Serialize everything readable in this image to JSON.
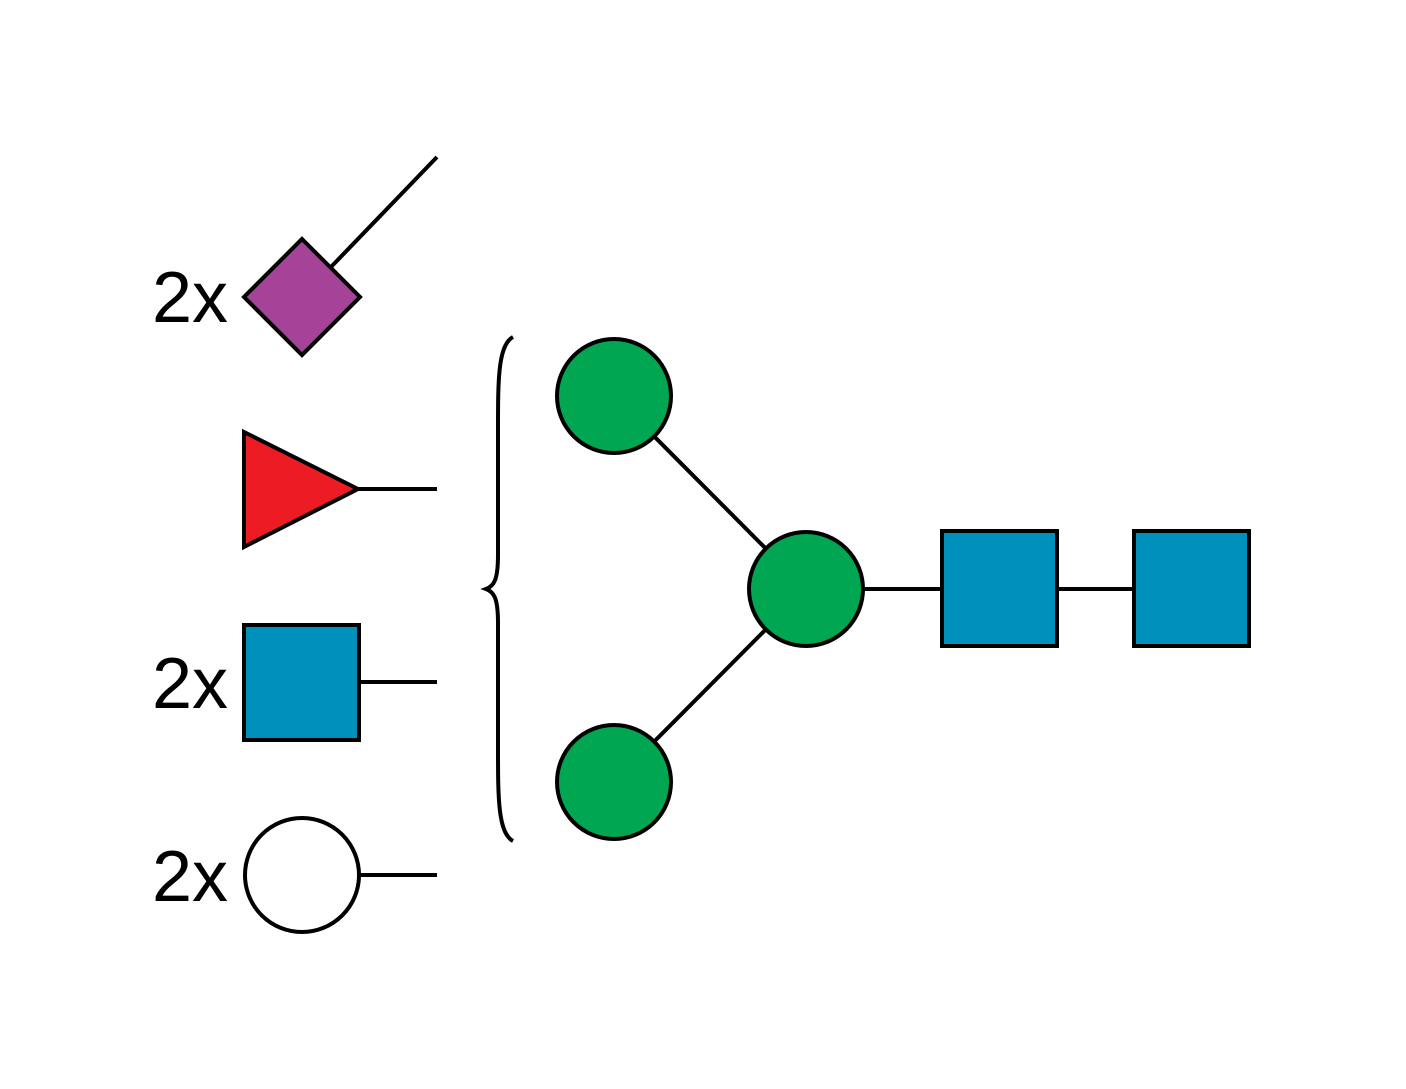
{
  "diagram": {
    "type": "glycan-structure",
    "colors": {
      "sialic_acid": "#A54399",
      "fucose": "#ED1C24",
      "glcnac": "#0090BC",
      "galactose": "#FFFFFF",
      "mannose": "#00A651",
      "stroke": "#000000"
    },
    "antenna_legend": [
      {
        "id": "sialic-acid",
        "symbol": "diamond",
        "fill_key": "sialic_acid",
        "count_label": "2x"
      },
      {
        "id": "fucose",
        "symbol": "triangle",
        "fill_key": "fucose",
        "count_label": ""
      },
      {
        "id": "glcnac",
        "symbol": "square",
        "fill_key": "glcnac",
        "count_label": "2x"
      },
      {
        "id": "galactose",
        "symbol": "circle",
        "fill_key": "galactose",
        "count_label": "2x"
      }
    ],
    "core": {
      "nodes": [
        {
          "id": "mannose-upper",
          "symbol": "circle",
          "fill_key": "mannose"
        },
        {
          "id": "mannose-branch",
          "symbol": "circle",
          "fill_key": "mannose"
        },
        {
          "id": "mannose-lower",
          "symbol": "circle",
          "fill_key": "mannose"
        },
        {
          "id": "glcnac-core-1",
          "symbol": "square",
          "fill_key": "glcnac"
        },
        {
          "id": "glcnac-core-2",
          "symbol": "square",
          "fill_key": "glcnac"
        }
      ],
      "links": [
        [
          "mannose-upper",
          "mannose-branch"
        ],
        [
          "mannose-lower",
          "mannose-branch"
        ],
        [
          "mannose-branch",
          "glcnac-core-1"
        ],
        [
          "glcnac-core-1",
          "glcnac-core-2"
        ]
      ]
    }
  }
}
